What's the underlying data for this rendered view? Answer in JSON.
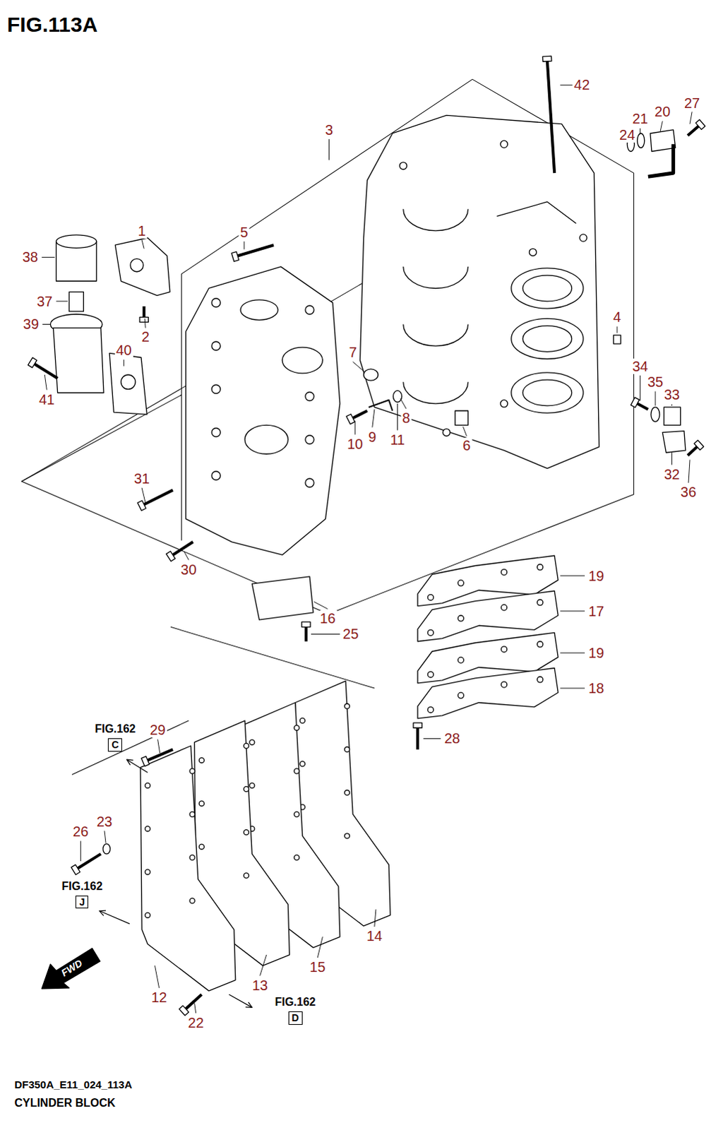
{
  "diagram": {
    "title": "FIG.113A",
    "caption": "CYLINDER BLOCK",
    "nodes": [
      {
        "text": [
          "FIG.162",
          "C"
        ]
      },
      {
        "text": [
          "FIG.162",
          "J"
        ]
      },
      {
        "text": [
          "FIG.162",
          "D"
        ]
      }
    ],
    "edges": [],
    "labels": [
      "3",
      "42",
      "27",
      "20",
      "21",
      "24",
      "1",
      "5",
      "38",
      "37",
      "39",
      "2",
      "40",
      "41",
      "4",
      "7",
      "34",
      "35",
      "33",
      "10",
      "9",
      "11",
      "8",
      "6",
      "32",
      "36",
      "31",
      "30",
      "19",
      "17",
      "19",
      "18",
      "16",
      "25",
      "28",
      "29",
      "23",
      "26",
      "14",
      "15",
      "13",
      "12",
      "22",
      "FWD",
      "DF350A_E11_024_113A"
    ]
  }
}
